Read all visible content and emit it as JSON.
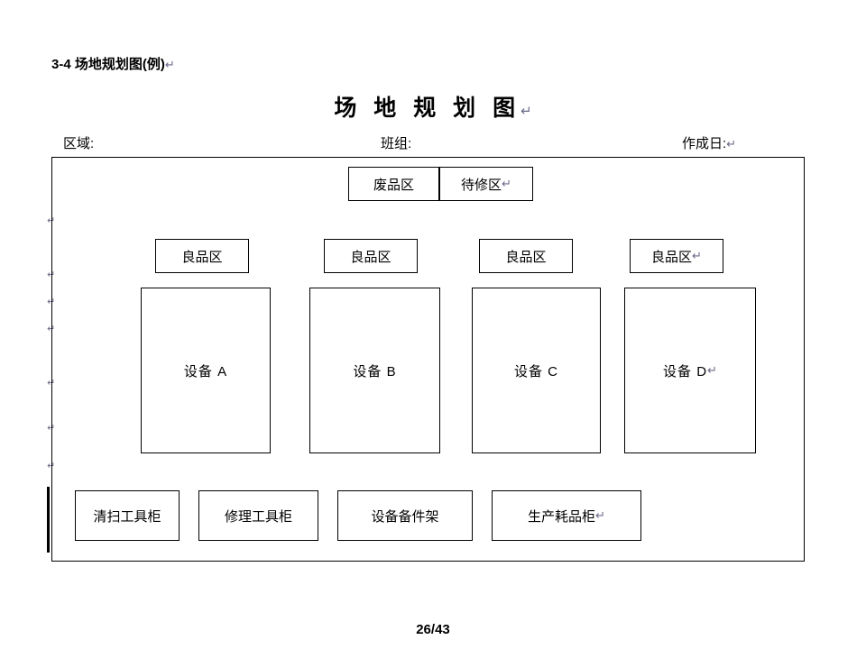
{
  "slide": {
    "label": "3-4 场地规划图(例)",
    "label_mark": "↵",
    "title": "场 地 规 划 图",
    "title_mark": "↵",
    "footer": "26/43"
  },
  "fields": [
    {
      "name": "area",
      "label": "区域:"
    },
    {
      "name": "team",
      "label": "班组:"
    },
    {
      "name": "date",
      "label": "作成日:",
      "mark": "↵"
    }
  ],
  "plan": {
    "top_row": [
      {
        "name": "waste-zone",
        "label": "废品区"
      },
      {
        "name": "repair-zone",
        "label": "待修区",
        "mark": "↵"
      }
    ],
    "good_zones": [
      {
        "name": "good-zone-1",
        "label": "良品区"
      },
      {
        "name": "good-zone-2",
        "label": "良品区"
      },
      {
        "name": "good-zone-3",
        "label": "良品区"
      },
      {
        "name": "good-zone-4",
        "label": "良品区",
        "mark": "↵"
      }
    ],
    "equipment": [
      {
        "name": "equipment-a",
        "label": "设备 A"
      },
      {
        "name": "equipment-b",
        "label": "设备 B"
      },
      {
        "name": "equipment-c",
        "label": "设备 C"
      },
      {
        "name": "equipment-d",
        "label": "设备 D",
        "mark": "↵"
      }
    ],
    "cabinets": [
      {
        "name": "cleaning-tool-cabinet",
        "label": "清扫工具柜"
      },
      {
        "name": "repair-tool-cabinet",
        "label": "修理工具柜"
      },
      {
        "name": "equipment-spare-parts-rack",
        "label": "设备备件架"
      },
      {
        "name": "production-consumables-cabinet",
        "label": "生产耗品柜",
        "mark": "↵"
      }
    ]
  },
  "guides": {
    "mark": "↵"
  },
  "colors": {
    "background": "#ffffff",
    "line": "#000000",
    "guide": "#6a6a8a"
  }
}
